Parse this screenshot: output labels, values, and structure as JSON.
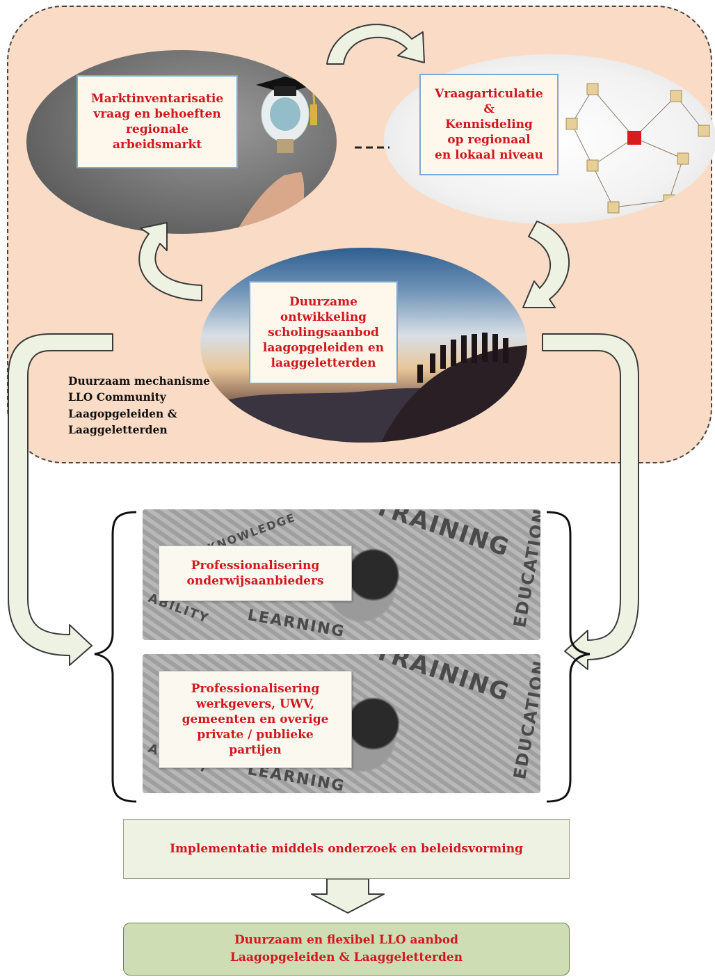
{
  "colors": {
    "community_background": "#fadcc6",
    "label_text": "#d0181f",
    "arrow_fill": "#eef2e3",
    "final_box": "#cfddb4"
  },
  "cycle": {
    "market_inventory": "Marktinventarisatie\nvraag en behoeften\nregionale\narbeidsmarkt",
    "demand_articulation": "Vraagarticulatie\n&\nKennisdeling\nop regionaal\nen lokaal niveau",
    "sustainable_development": "Duurzame\nontwikkeling\nscholingsaanbod\nlaagopgeleiden en\nlaaggeletterden"
  },
  "community_caption": "Duurzaam mechanisme\nLLO Community\nLaagopgeleiden &\nLaaggeletterden",
  "gear_words": [
    "TRAINING",
    "EDUCATION",
    "LEARNING",
    "ABILITY",
    "KNOWLEDGE"
  ],
  "professionalisation": {
    "education_providers": "Professionalisering\nonderwijsaanbieders",
    "employers": "Professionalisering\nwerkgevers, UWV,\ngemeenten en overige\nprivate / publieke\npartijen"
  },
  "implementation": "Implementatie middels onderzoek en beleidsvorming",
  "outcome": "Duurzaam en flexibel LLO aanbod\nLaagopgeleiden & Laaggeletterden"
}
